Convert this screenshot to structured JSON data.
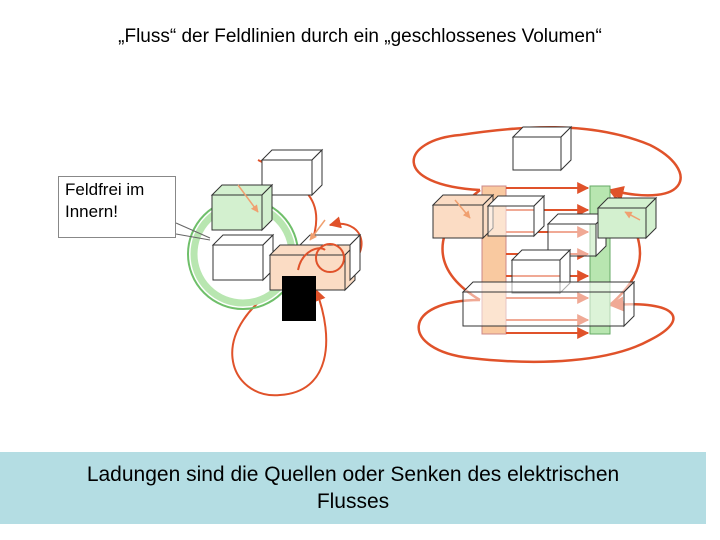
{
  "title": "„Fluss“ der Feldlinien durch ein „geschlossenes Volumen“",
  "callout": {
    "line1": "Feldfrei im",
    "line2": "Innern!"
  },
  "caption": {
    "line1": "Ladungen sind die Quellen oder Senken des elektrischen",
    "line2": "Flusses"
  },
  "colors": {
    "field_line": "#e0522a",
    "sphere": "#9fd69a",
    "positive_plate": "#f9c9a0",
    "negative_plate": "#b8e6b0",
    "bottom_band": "#b4dde3"
  }
}
